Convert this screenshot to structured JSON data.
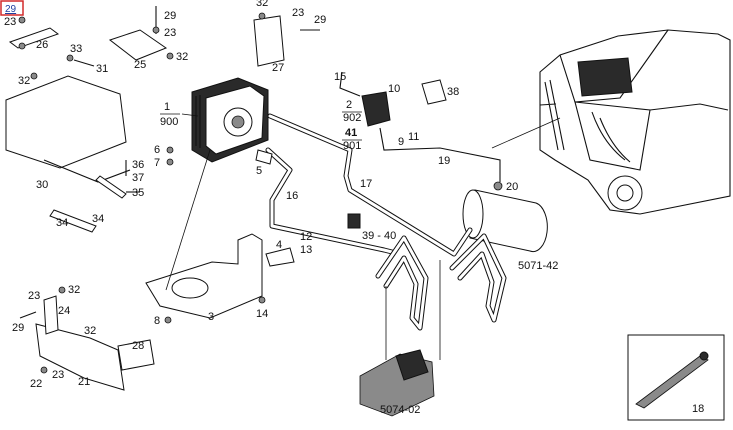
{
  "corner_tag": "29",
  "colors": {
    "ink": "#111111",
    "tag_border": "#d22a2a",
    "tag_text": "#1f3fa0"
  },
  "labels": {
    "l23a": "23",
    "l26": "26",
    "l33": "33",
    "l31": "31",
    "l32a": "32",
    "l29a": "29",
    "l23b": "23",
    "l25": "25",
    "l32b": "32",
    "l32c": "32",
    "l23c": "23",
    "l29b": "29",
    "l27": "27",
    "l15": "15",
    "l10": "10",
    "l38": "38",
    "l2": "2",
    "l902": "902",
    "l41": "41",
    "l901": "901",
    "l9": "9",
    "l11": "11",
    "l1": "1",
    "l900": "900",
    "l6": "6",
    "l7": "7",
    "l5": "5",
    "l36": "36",
    "l37": "37",
    "l35": "35",
    "l30": "30",
    "l34a": "34",
    "l34b": "34",
    "l19": "19",
    "l20": "20",
    "l17": "17",
    "l16": "16",
    "l3940": "39 - 40",
    "l4": "4",
    "l12": "12",
    "l13": "13",
    "l8": "8",
    "l3": "3",
    "l14": "14",
    "l507142": "5071-42",
    "l507402": "5074-02",
    "l23d": "23",
    "l32d": "32",
    "l29c": "29",
    "l24": "24",
    "l32e": "32",
    "l28": "28",
    "l22": "22",
    "l23e": "23",
    "l21": "21",
    "l18": "18"
  }
}
